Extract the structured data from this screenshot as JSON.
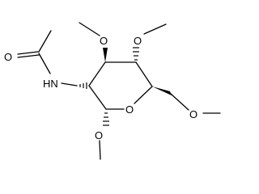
{
  "molecule": {
    "atom_labels": {
      "carbonyl_oxygen": "O",
      "amide_nitrogen": "HN",
      "oxygen_c3": "O",
      "oxygen_c4": "O",
      "ring_oxygen": "O",
      "oxygen_c6": "O",
      "oxygen_c1": "O"
    }
  },
  "colors": {
    "bond": "#000000",
    "label": "#000000",
    "background": "#ffffff"
  }
}
